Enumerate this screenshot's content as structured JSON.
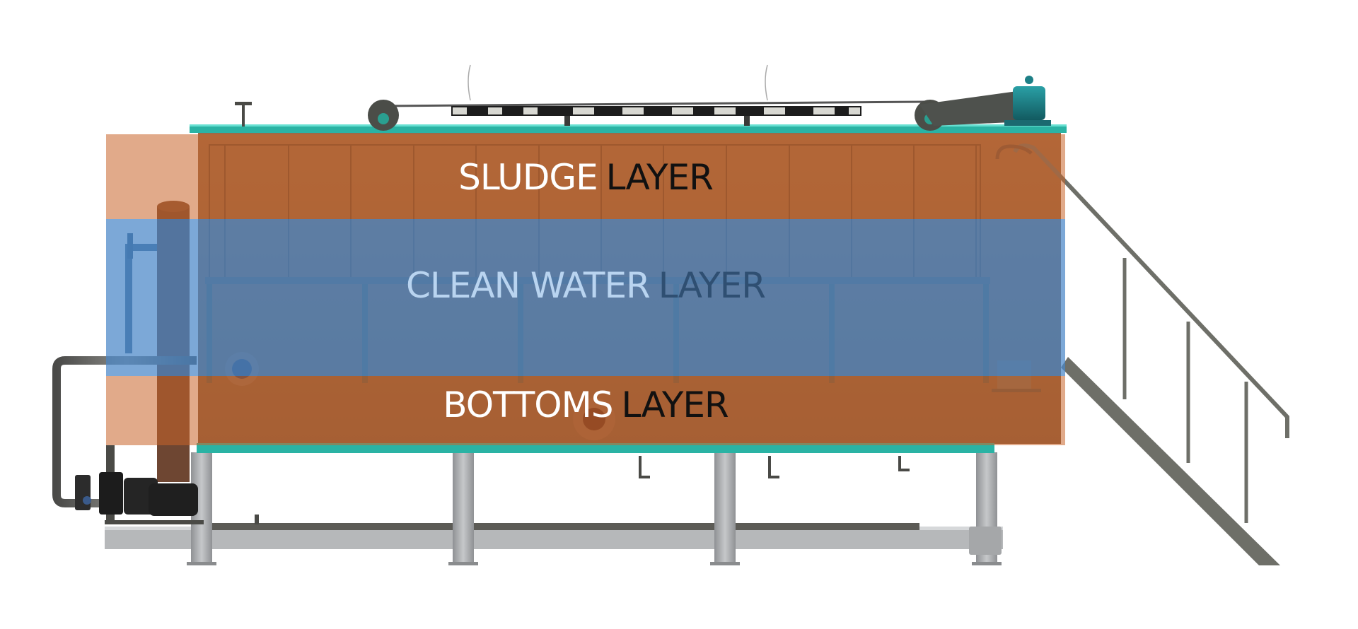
{
  "diagram": {
    "labels": {
      "sludge": {
        "first": "SLUDGE",
        "second": "LAYER"
      },
      "clean_water": {
        "first": "CLEAN WATER",
        "second": "LAYER"
      },
      "bottoms": {
        "first": "BOTTOMS",
        "second": "LAYER"
      }
    },
    "colors": {
      "sludge_overlay": "#c8642a",
      "clean_water_overlay": "#4a86c8",
      "bottoms_overlay": "#c8642a",
      "tank_rim": "#2ab3a4",
      "frame": "#a9abad",
      "stairs": "#6e6f68",
      "motor": "#1d7f86",
      "label_white": "#ffffff",
      "label_dark": "#111111",
      "label_light_blue": "#b9d4f0",
      "label_blue_dark": "#2f4f72"
    },
    "icons": [
      "pump-icon",
      "motor-icon",
      "skimmer-chain-icon",
      "stair-icon",
      "vent-pipe-icon"
    ]
  }
}
